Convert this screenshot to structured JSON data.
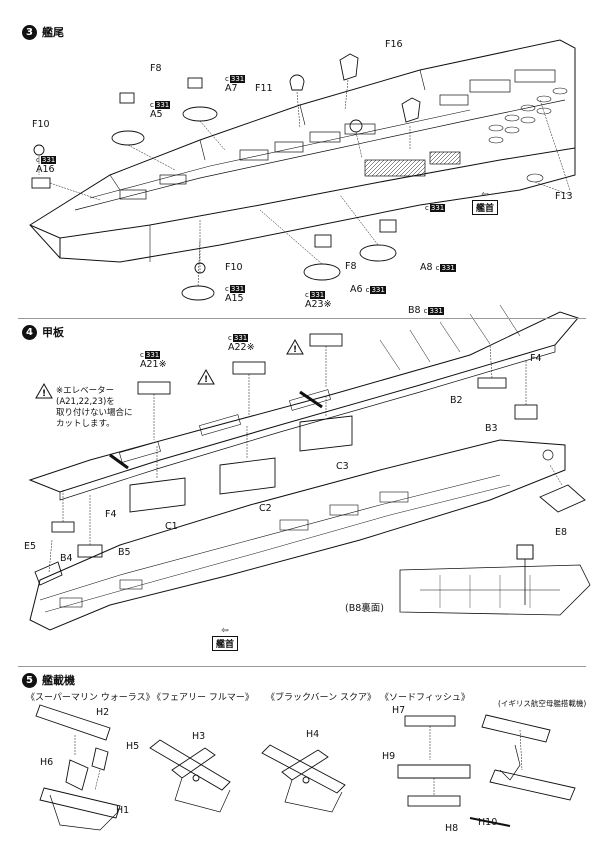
{
  "step3": {
    "number": "3",
    "title": "艦尾",
    "parts": {
      "F8": "F8",
      "A5": "A5",
      "A7": "A7",
      "F11": "F11",
      "F16": "F16",
      "F10a": "F10",
      "A16": "A16",
      "F13": "F13",
      "F10b": "F10",
      "A15": "A15",
      "F8b": "F8",
      "A6": "A6",
      "A23": "A23※",
      "A8": "A8"
    },
    "c331": "331",
    "c_prefix": "c",
    "bow_label": "艦首"
  },
  "step4": {
    "number": "4",
    "title": "甲板",
    "parts": {
      "B8": "B8",
      "A21": "A21※",
      "A22": "A22※",
      "F4a": "F4",
      "B2": "B2",
      "B3": "B3",
      "C3": "C3",
      "C1": "C1",
      "C2": "C2",
      "F4b": "F4",
      "E5": "E5",
      "B4": "B4",
      "B5": "B5",
      "E8": "E8"
    },
    "note_lines": [
      "※エレベーター",
      "(A21,22,23)を",
      "取り付けない場合に",
      "カットします。"
    ],
    "b8_underside": "(B8裏面)",
    "bow_label": "艦首"
  },
  "step5": {
    "number": "5",
    "title": "艦載機",
    "planes": [
      {
        "title": "《スーパーマリン ウォーラス》",
        "parts": [
          "H2",
          "H6",
          "H5",
          "H1"
        ]
      },
      {
        "title": "《フェアリー フルマー》",
        "parts": [
          "H3"
        ]
      },
      {
        "title": "《ブラックバーン スクア》",
        "parts": [
          "H4"
        ]
      },
      {
        "title": "《ソードフィッシュ》",
        "parts": [
          "H7",
          "H9",
          "H8",
          "H10"
        ]
      }
    ],
    "british_note": "(イギリス航空母艦搭載機)"
  }
}
